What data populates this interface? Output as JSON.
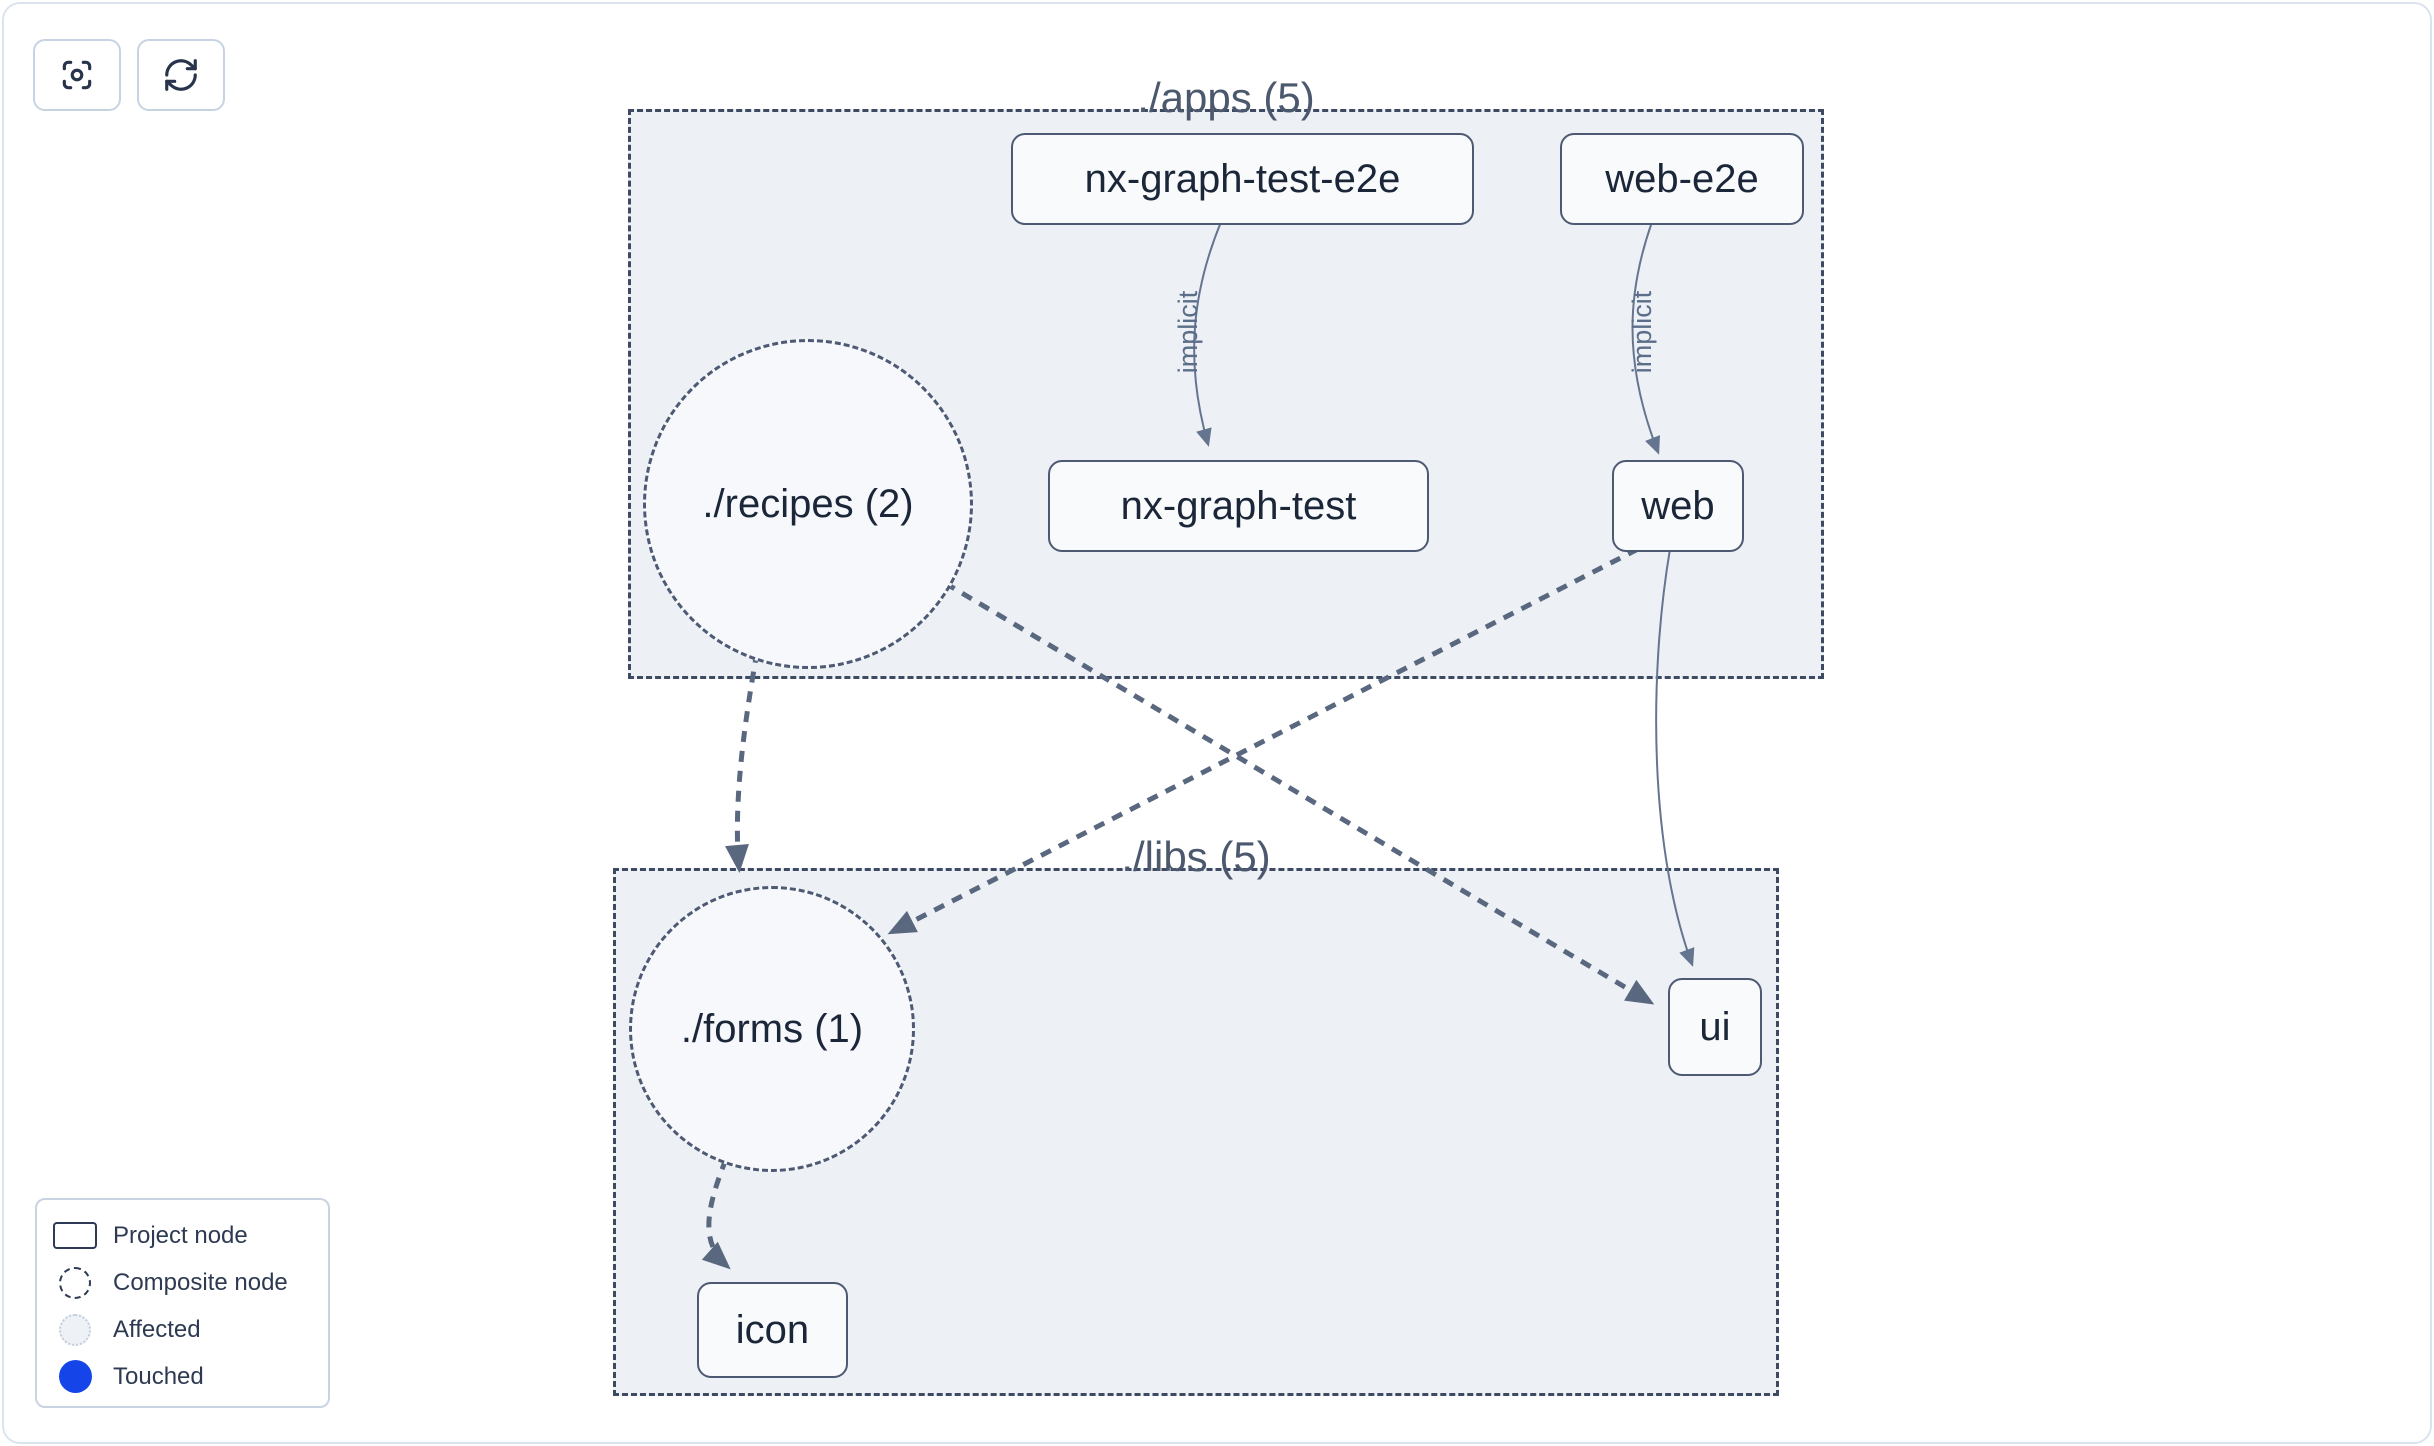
{
  "toolbar": {
    "focus_button": {
      "icon": "crosshair-focus-icon"
    },
    "refresh_button": {
      "icon": "refresh-icon"
    }
  },
  "graph": {
    "groups": [
      {
        "id": "apps",
        "label": "./apps (5)"
      },
      {
        "id": "libs",
        "label": "./libs (5)"
      }
    ],
    "nodes": [
      {
        "id": "nx-graph-test-e2e",
        "label": "nx-graph-test-e2e",
        "type": "project",
        "group": "apps"
      },
      {
        "id": "web-e2e",
        "label": "web-e2e",
        "type": "project",
        "group": "apps"
      },
      {
        "id": "recipes",
        "label": "./recipes (2)",
        "type": "composite",
        "group": "apps"
      },
      {
        "id": "nx-graph-test",
        "label": "nx-graph-test",
        "type": "project",
        "group": "apps"
      },
      {
        "id": "web",
        "label": "web",
        "type": "project",
        "group": "apps"
      },
      {
        "id": "forms",
        "label": "./forms (1)",
        "type": "composite",
        "group": "libs"
      },
      {
        "id": "ui",
        "label": "ui",
        "type": "project",
        "group": "libs"
      },
      {
        "id": "icon",
        "label": "icon",
        "type": "project",
        "group": "libs"
      }
    ],
    "edges": [
      {
        "from": "nx-graph-test-e2e",
        "to": "nx-graph-test",
        "label": "implicit",
        "style": "solid"
      },
      {
        "from": "web-e2e",
        "to": "web",
        "label": "implicit",
        "style": "solid"
      },
      {
        "from": "recipes",
        "to": "forms",
        "label": "",
        "style": "dashed"
      },
      {
        "from": "recipes",
        "to": "ui",
        "label": "",
        "style": "dashed"
      },
      {
        "from": "web",
        "to": "forms",
        "label": "",
        "style": "dashed"
      },
      {
        "from": "web",
        "to": "ui",
        "label": "",
        "style": "solid"
      },
      {
        "from": "forms",
        "to": "icon",
        "label": "",
        "style": "dashed"
      }
    ]
  },
  "legend": {
    "items": [
      {
        "label": "Project node",
        "swatch": "project"
      },
      {
        "label": "Composite node",
        "swatch": "composite"
      },
      {
        "label": "Affected",
        "swatch": "affected"
      },
      {
        "label": "Touched",
        "swatch": "touched"
      }
    ]
  },
  "colors": {
    "touched": "#1545e8",
    "affected_fill": "#eef2f7",
    "group_fill": "#edf1f6",
    "edge": "#5a687f",
    "node_border": "#4e5a73"
  }
}
